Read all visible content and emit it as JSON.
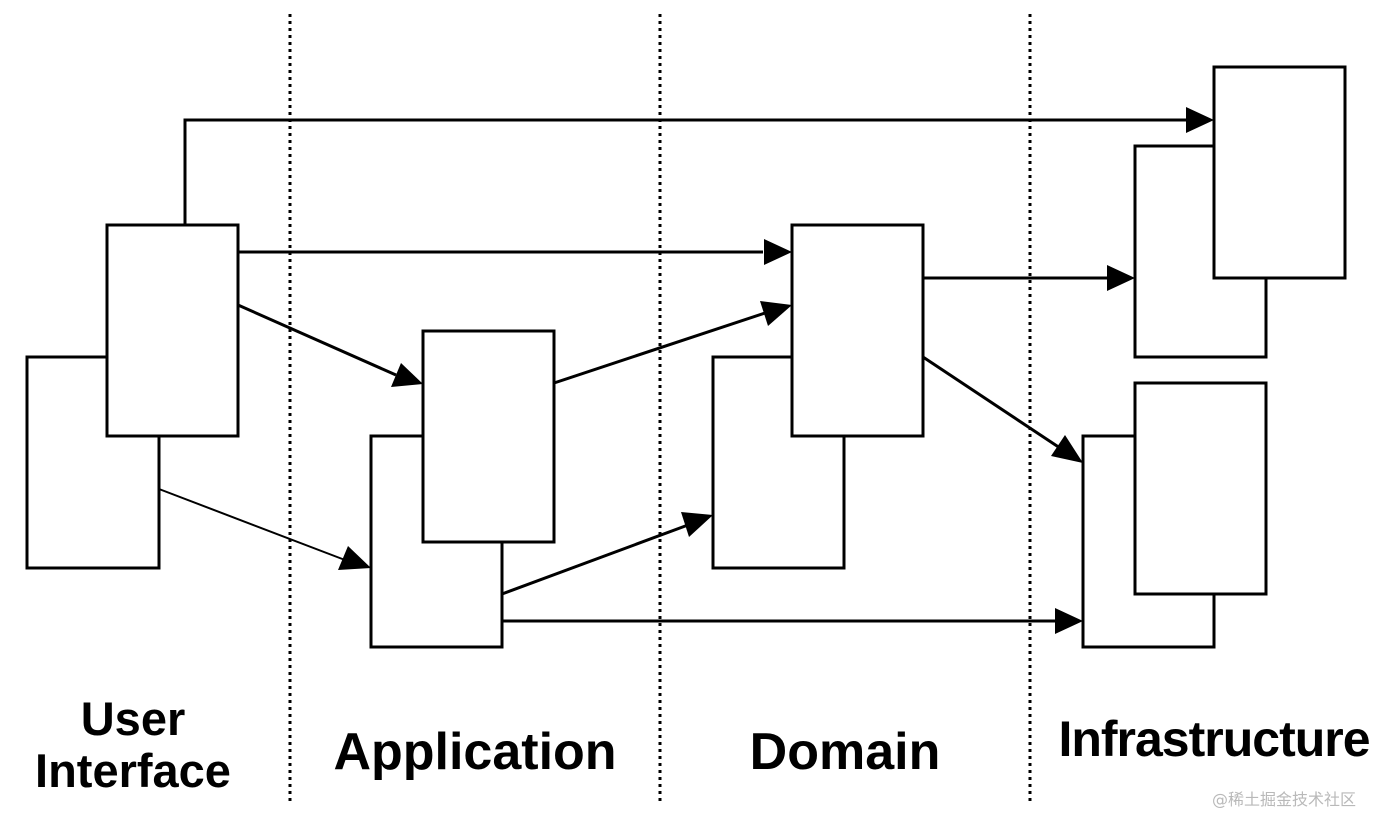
{
  "layers": [
    {
      "id": "ui",
      "line1": "User",
      "line2": "Interface"
    },
    {
      "id": "app",
      "line1": "Application",
      "line2": ""
    },
    {
      "id": "domain",
      "line1": "Domain",
      "line2": ""
    },
    {
      "id": "infra",
      "line1": "Infrastructure",
      "line2": ""
    }
  ],
  "watermark": "@稀土掘金技术社区",
  "colors": {
    "stroke": "#000000",
    "background": "#ffffff",
    "watermark": "#b9b9b9"
  }
}
